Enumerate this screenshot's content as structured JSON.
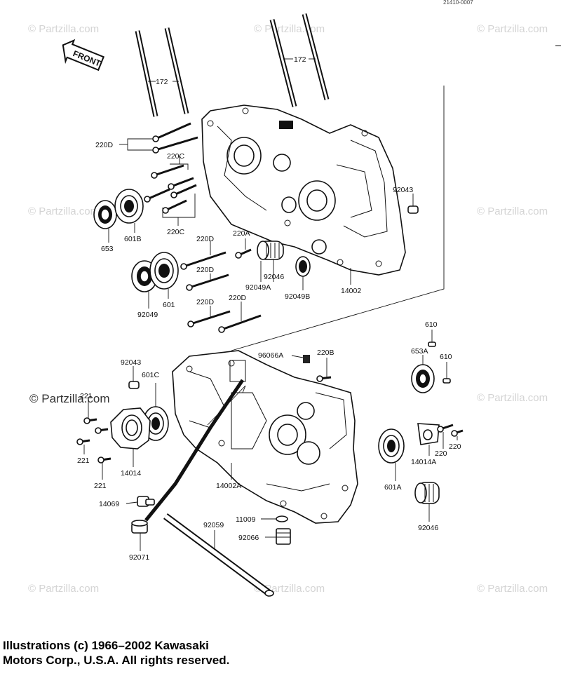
{
  "diagram_code": "21410-0007",
  "front_arrow": "FRONT",
  "watermark": "© Partzilla.com",
  "labels": {
    "s172a": "172",
    "s172b": "172",
    "s220d_a": "220D",
    "s220c_a": "220C",
    "s220c_b": "220C",
    "s653": "653",
    "s601b": "601B",
    "s220a": "220A",
    "s220d_b": "220D",
    "s220d_c": "220D",
    "s220d_d": "220D",
    "s220d_e": "220D",
    "s92049": "92049",
    "s601": "601",
    "s92046a": "92046",
    "s92049a": "92049A",
    "s92049b": "92049B",
    "s14002": "14002",
    "s92043a": "92043",
    "s610a": "610",
    "s610b": "610",
    "s653a": "653A",
    "s96066a": "96066A",
    "s220b": "220B",
    "s92043b": "92043",
    "s601c": "601C",
    "s221a": "221",
    "s221b": "221",
    "s221c": "221",
    "s14014": "14014",
    "s14069": "14069",
    "s92071": "92071",
    "s14002a": "14002A",
    "s92059": "92059",
    "s11009": "11009",
    "s92066": "92066",
    "s220e": "220",
    "s220f": "220",
    "s14014a": "14014A",
    "s601a": "601A",
    "s92046b": "92046"
  },
  "copyright": {
    "line1": "Illustrations (c) 1966–2002 Kawasaki",
    "line2": "Motors Corp., U.S.A.  All rights reserved."
  }
}
